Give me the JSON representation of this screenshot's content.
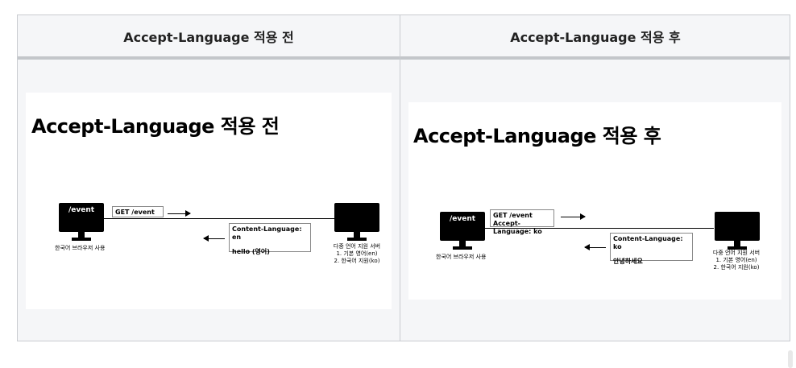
{
  "table": {
    "headers": [
      "Accept-Language 적용 전",
      "Accept-Language 적용 후"
    ]
  },
  "before": {
    "title": "Accept-Language 적용 전",
    "client_screen": "/event",
    "client_caption": "한국어 브라우저 사용",
    "request_label": "GET /event",
    "response_line1": "Content-Language: en",
    "response_line2": "hello (영어)",
    "server_caption_1": "다중 언어 지원 서버",
    "server_caption_2": "1. 기본 영어(en)",
    "server_caption_3": "2. 한국어 지원(ko)"
  },
  "after": {
    "title": "Accept-Language 적용 후",
    "client_screen": "/event",
    "client_caption": "한국어 브라우저 사용",
    "request_line1": "GET /event",
    "request_line2": "Accept-Language: ko",
    "response_line1": "Content-Language: ko",
    "response_line2": "안녕하세요",
    "server_caption_1": "다중 언어 지원 서버",
    "server_caption_2": "1. 기본 영어(en)",
    "server_caption_3": "2. 한국어 지원(ko)"
  }
}
